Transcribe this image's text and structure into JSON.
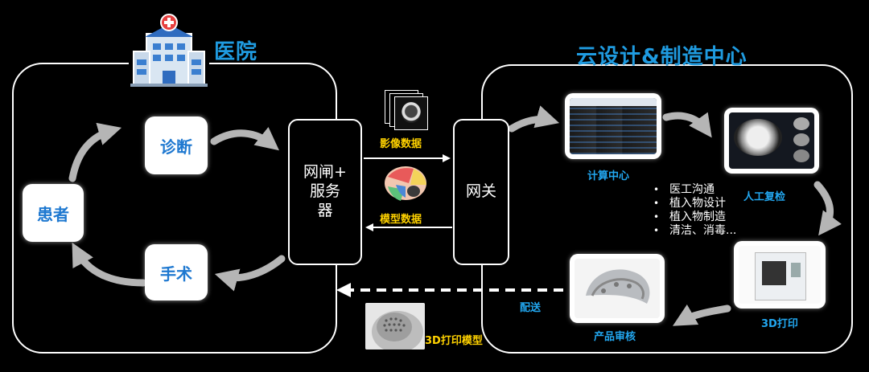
{
  "hospital": {
    "title": "医院",
    "nodes": {
      "patient": "患者",
      "diagnosis": "诊断",
      "surgery": "手术"
    },
    "gateway_server": "网闸+\n服务\n器"
  },
  "cloud": {
    "title": "云设计&制造中心",
    "gateway": "网关",
    "computing_center": "计算中心",
    "manual_review": "人工复检",
    "printing": "3D打印",
    "product_review": "产品审核",
    "tasks": [
      "医工沟通",
      "植入物设计",
      "植入物制造",
      "清洁、消毒..."
    ]
  },
  "flows": {
    "image_data": "影像数据",
    "model_data": "模型数据",
    "delivery": "配送",
    "print_model": "3D打印模型"
  },
  "colors": {
    "title_blue": "#1f9be0",
    "caption_yellow": "#ffd200",
    "node_blue": "#1e78d0",
    "arrow_gray": "#b5b5b5"
  }
}
